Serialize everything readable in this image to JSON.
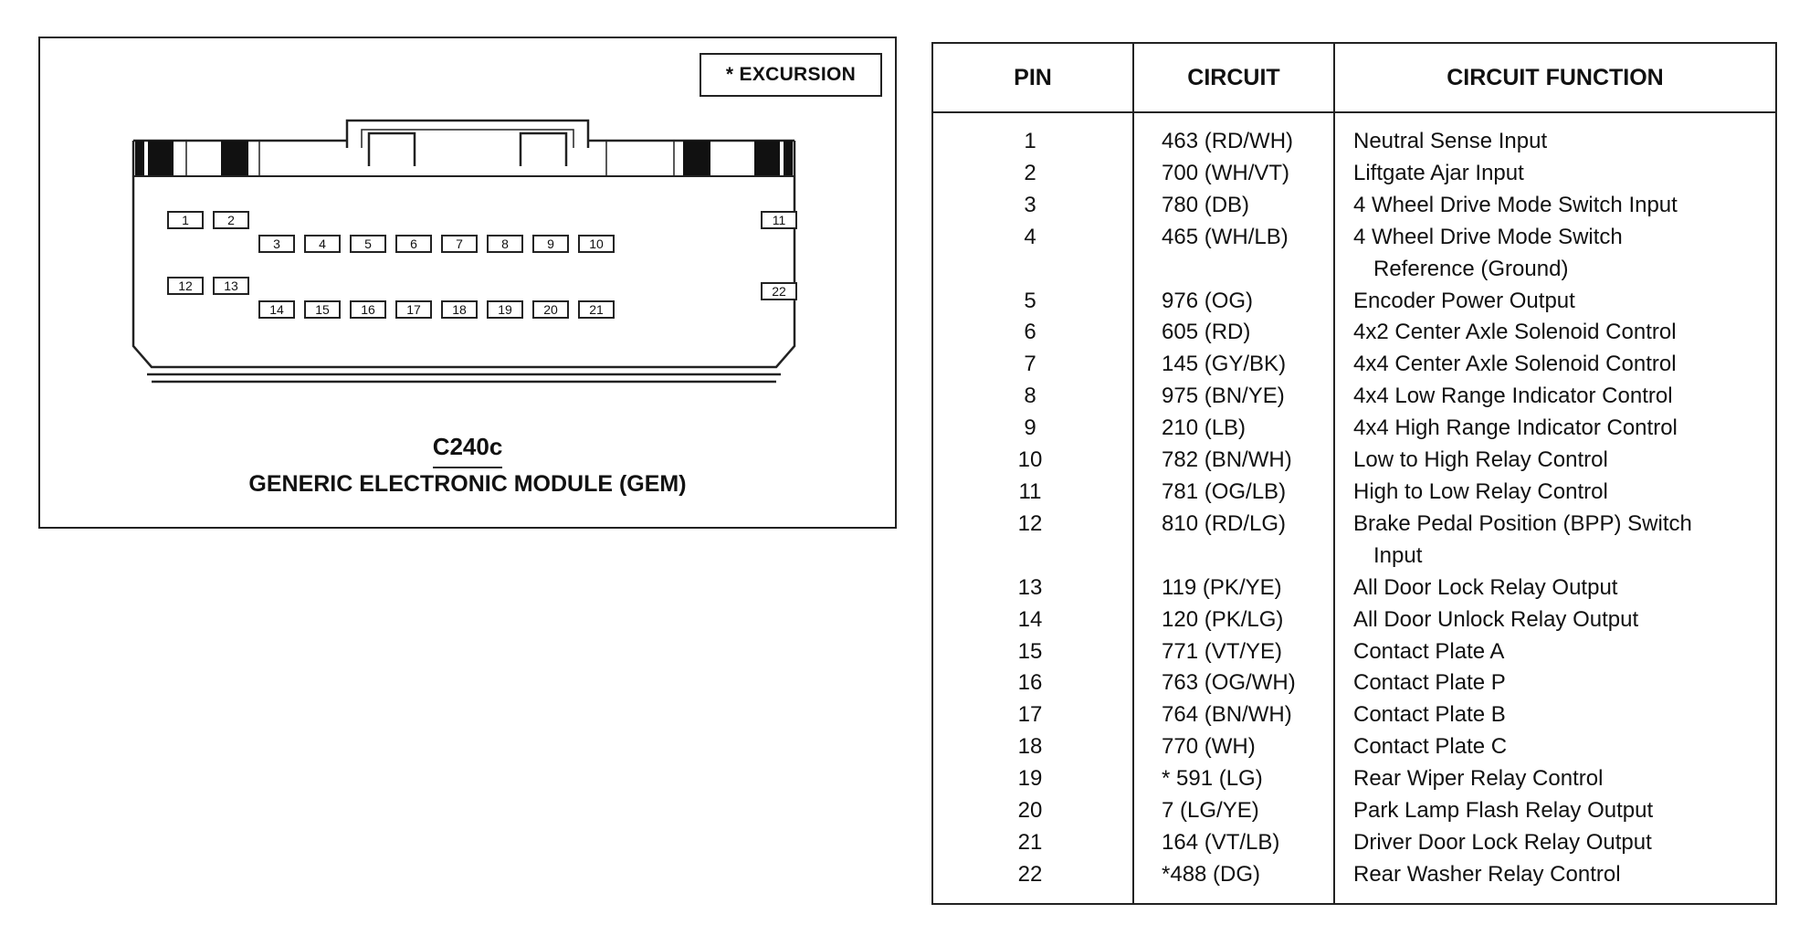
{
  "connector": {
    "excursion_note": "* EXCURSION",
    "code": "C240c",
    "name": "GENERIC ELECTRONIC MODULE (GEM)",
    "pins": [
      "1",
      "2",
      "3",
      "4",
      "5",
      "6",
      "7",
      "8",
      "9",
      "10",
      "11",
      "12",
      "13",
      "14",
      "15",
      "16",
      "17",
      "18",
      "19",
      "20",
      "21",
      "22"
    ]
  },
  "table": {
    "headers": [
      "PIN",
      "CIRCUIT",
      "CIRCUIT FUNCTION"
    ],
    "rows": [
      {
        "pin": "1",
        "circuit": "463 (RD/WH)",
        "function": [
          "Neutral Sense Input"
        ]
      },
      {
        "pin": "2",
        "circuit": "700 (WH/VT)",
        "function": [
          "Liftgate Ajar Input"
        ]
      },
      {
        "pin": "3",
        "circuit": "780 (DB)",
        "function": [
          "4 Wheel Drive Mode Switch Input"
        ]
      },
      {
        "pin": "4",
        "circuit": "465 (WH/LB)",
        "function": [
          "4 Wheel Drive Mode Switch",
          "Reference (Ground)"
        ]
      },
      {
        "pin": "5",
        "circuit": "976 (OG)",
        "function": [
          "Encoder Power Output"
        ]
      },
      {
        "pin": "6",
        "circuit": "605 (RD)",
        "function": [
          "4x2 Center Axle Solenoid Control"
        ]
      },
      {
        "pin": "7",
        "circuit": "145 (GY/BK)",
        "function": [
          "4x4 Center Axle Solenoid Control"
        ]
      },
      {
        "pin": "8",
        "circuit": "975 (BN/YE)",
        "function": [
          "4x4 Low Range Indicator Control"
        ]
      },
      {
        "pin": "9",
        "circuit": "210 (LB)",
        "function": [
          "4x4 High Range Indicator Control"
        ]
      },
      {
        "pin": "10",
        "circuit": "782 (BN/WH)",
        "function": [
          "Low to High Relay Control"
        ]
      },
      {
        "pin": "11",
        "circuit": "781 (OG/LB)",
        "function": [
          "High to Low Relay Control"
        ]
      },
      {
        "pin": "12",
        "circuit": "810 (RD/LG)",
        "function": [
          "Brake Pedal Position (BPP) Switch",
          "Input"
        ]
      },
      {
        "pin": "13",
        "circuit": "119 (PK/YE)",
        "function": [
          "All Door Lock Relay Output"
        ]
      },
      {
        "pin": "14",
        "circuit": "120 (PK/LG)",
        "function": [
          "All Door Unlock Relay Output"
        ]
      },
      {
        "pin": "15",
        "circuit": "771 (VT/YE)",
        "function": [
          "Contact Plate A"
        ]
      },
      {
        "pin": "16",
        "circuit": "763 (OG/WH)",
        "function": [
          "Contact Plate P"
        ]
      },
      {
        "pin": "17",
        "circuit": "764 (BN/WH)",
        "function": [
          "Contact Plate B"
        ]
      },
      {
        "pin": "18",
        "circuit": "770 (WH)",
        "function": [
          "Contact Plate C"
        ]
      },
      {
        "pin": "19",
        "circuit": "* 591 (LG)",
        "function": [
          "Rear Wiper Relay Control"
        ]
      },
      {
        "pin": "20",
        "circuit": "7 (LG/YE)",
        "function": [
          "Park Lamp Flash Relay Output"
        ]
      },
      {
        "pin": "21",
        "circuit": "164 (VT/LB)",
        "function": [
          "Driver Door Lock Relay Output"
        ]
      },
      {
        "pin": "22",
        "circuit": "*488 (DG)",
        "function": [
          "Rear Washer Relay Control"
        ]
      }
    ]
  }
}
